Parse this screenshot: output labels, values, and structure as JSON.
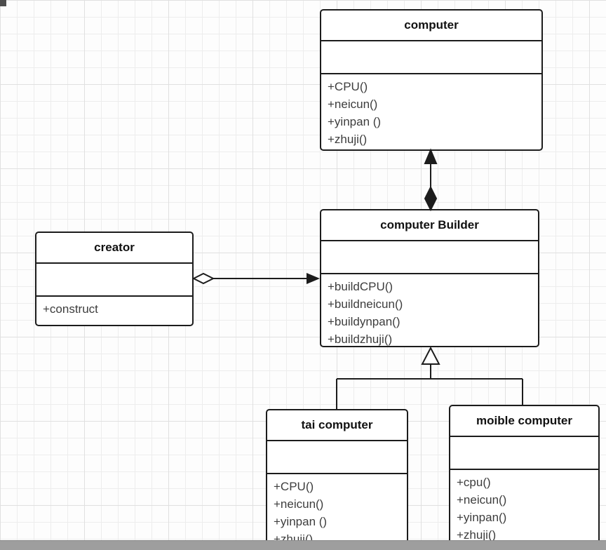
{
  "canvas": {
    "background": "#fdfdfd",
    "grid_color": "#ededed",
    "stroke_color": "#1c1c1c"
  },
  "classes": {
    "computer": {
      "title": "computer",
      "attributes": [],
      "methods": [
        "+CPU()",
        "+neicun()",
        "+yinpan ()",
        "+zhuji()"
      ]
    },
    "builder": {
      "title": "computer Builder",
      "attributes": [],
      "methods": [
        "+buildCPU()",
        "+buildneicun()",
        "+buildynpan()",
        "+buildzhuji()"
      ]
    },
    "creator": {
      "title": "creator",
      "attributes": [],
      "methods": [
        "+construct"
      ]
    },
    "tai": {
      "title": "tai computer",
      "attributes": [],
      "methods": [
        "+CPU()",
        "+neicun()",
        "+yinpan ()",
        "+zhuji()"
      ]
    },
    "moible": {
      "title": "moible computer",
      "attributes": [],
      "methods": [
        "+cpu()",
        "+neicun()",
        "+yinpan()",
        "+zhuji()"
      ]
    }
  },
  "relationships": [
    {
      "type": "composition",
      "from": "computer Builder",
      "to": "computer"
    },
    {
      "type": "aggregation",
      "from": "creator",
      "to": "computer Builder"
    },
    {
      "type": "inheritance",
      "from": "tai computer",
      "to": "computer Builder"
    },
    {
      "type": "inheritance",
      "from": "moible computer",
      "to": "computer Builder"
    }
  ]
}
